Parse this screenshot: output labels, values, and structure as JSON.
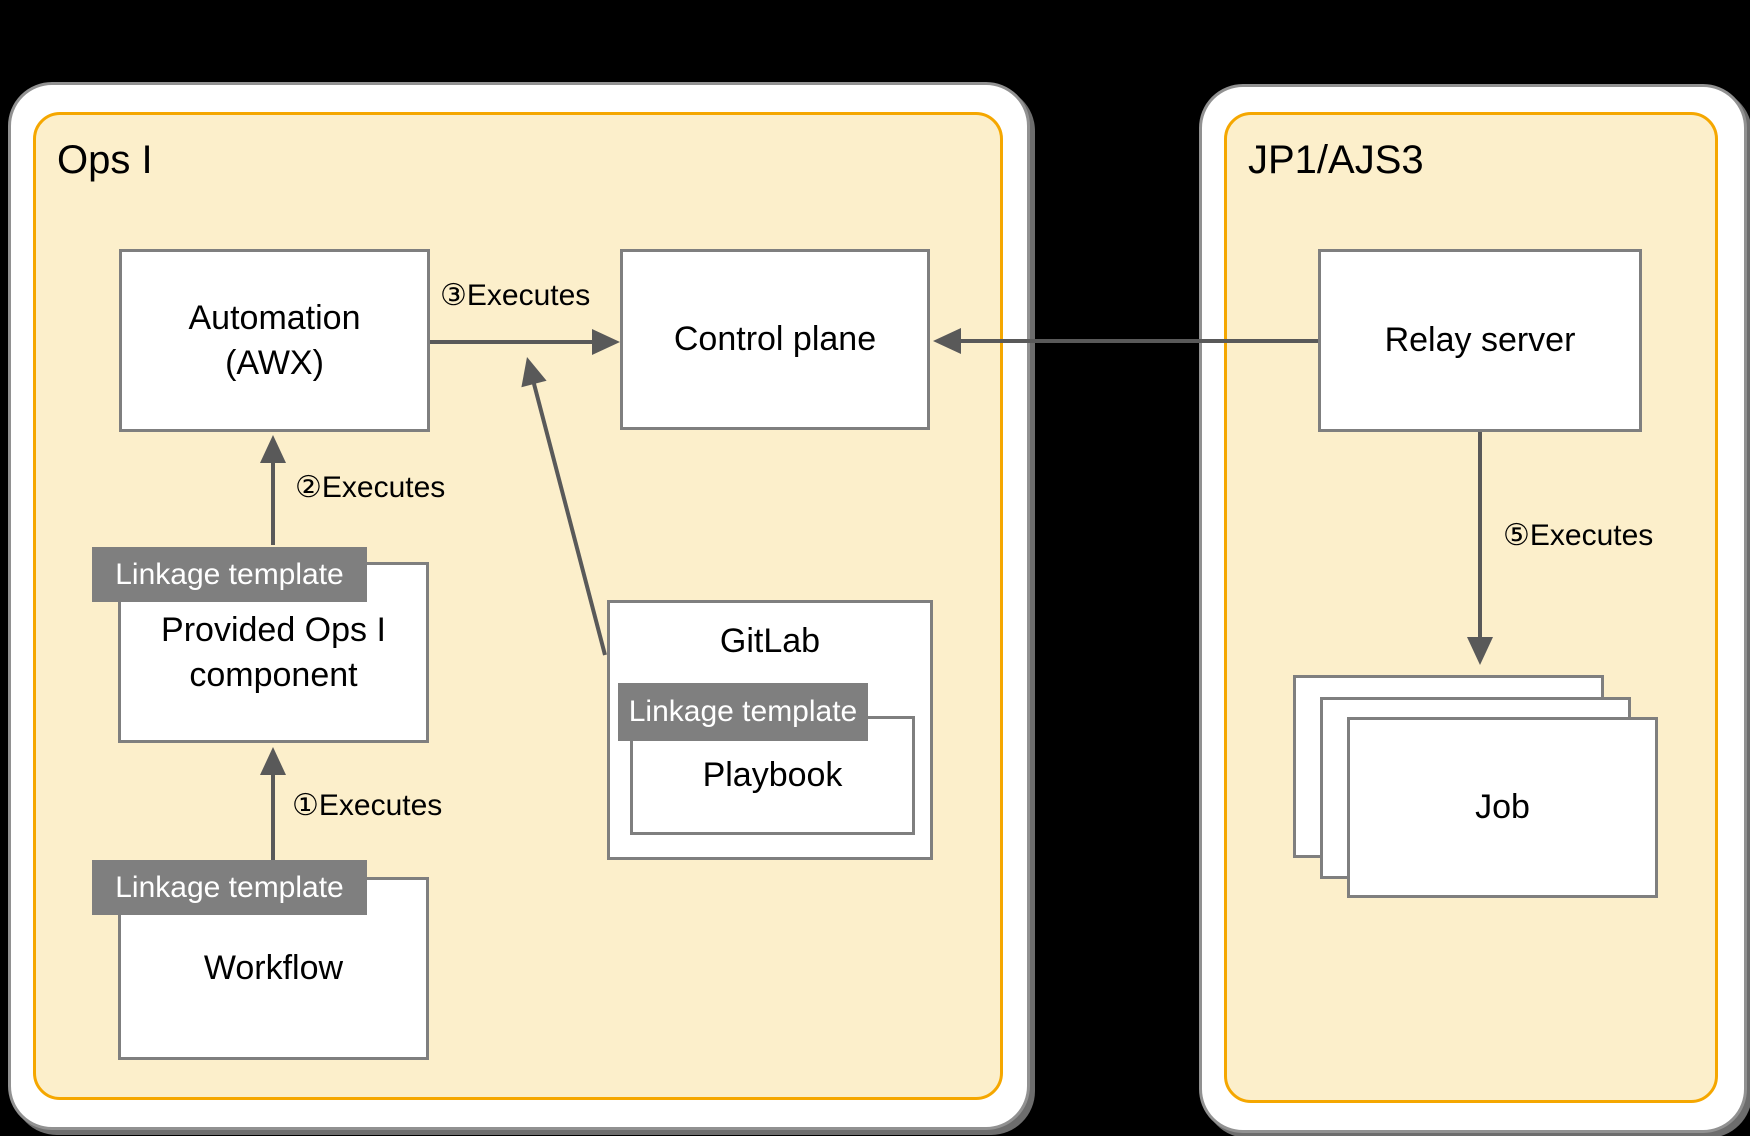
{
  "containers": {
    "ops_i": {
      "title": "Ops I"
    },
    "jp1_ajs3": {
      "title": "JP1/AJS3"
    }
  },
  "boxes": {
    "automation": {
      "label": "Automation\n(AWX)"
    },
    "control_plane": {
      "label": "Control plane"
    },
    "relay_server": {
      "label": "Relay server"
    },
    "provided_component": {
      "label": "Provided Ops I\ncomponent"
    },
    "workflow": {
      "label": "Workflow"
    },
    "gitlab": {
      "label": "GitLab"
    },
    "playbook": {
      "label": "Playbook"
    },
    "job": {
      "label": "Job"
    }
  },
  "tags": {
    "linkage_template_workflow": {
      "label": "Linkage template"
    },
    "linkage_template_component": {
      "label": "Linkage template"
    },
    "linkage_template_playbook": {
      "label": "Linkage template"
    }
  },
  "arrows": {
    "step1": {
      "label": "①Executes"
    },
    "step2": {
      "label": "②Executes"
    },
    "step3": {
      "label": "③Executes"
    },
    "step5": {
      "label": "⑤Executes"
    }
  },
  "colors": {
    "page_background": "#000000",
    "container_fill": "#FCEFCB",
    "container_border": "#F5A700",
    "container_frame": "#FFFFFF",
    "box_border": "#7F7F7F",
    "arrow": "#595959",
    "tag_background": "#7F7F7F",
    "tag_text": "#FFFFFF",
    "text": "#000000"
  }
}
